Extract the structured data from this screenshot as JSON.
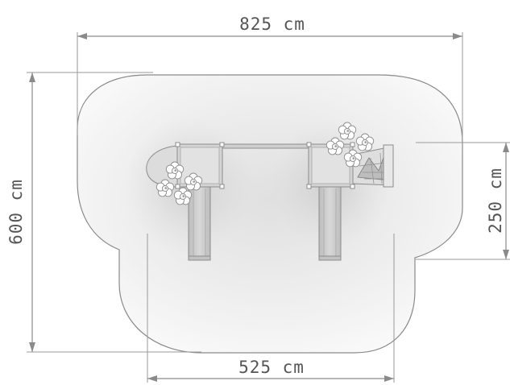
{
  "dimensions": {
    "total_width": "825 cm",
    "total_depth": "600 cm",
    "partial_width": "525 cm",
    "side_depth": "250 cm"
  },
  "colors": {
    "safety_surface_edge": "#f7f7f7",
    "safety_surface_center": "#e3e3e3",
    "outline": "#8a8a8a",
    "equipment": "#c9c9c9"
  },
  "icons": [
    "flower-decoration-icon",
    "climbing-net-icon"
  ]
}
